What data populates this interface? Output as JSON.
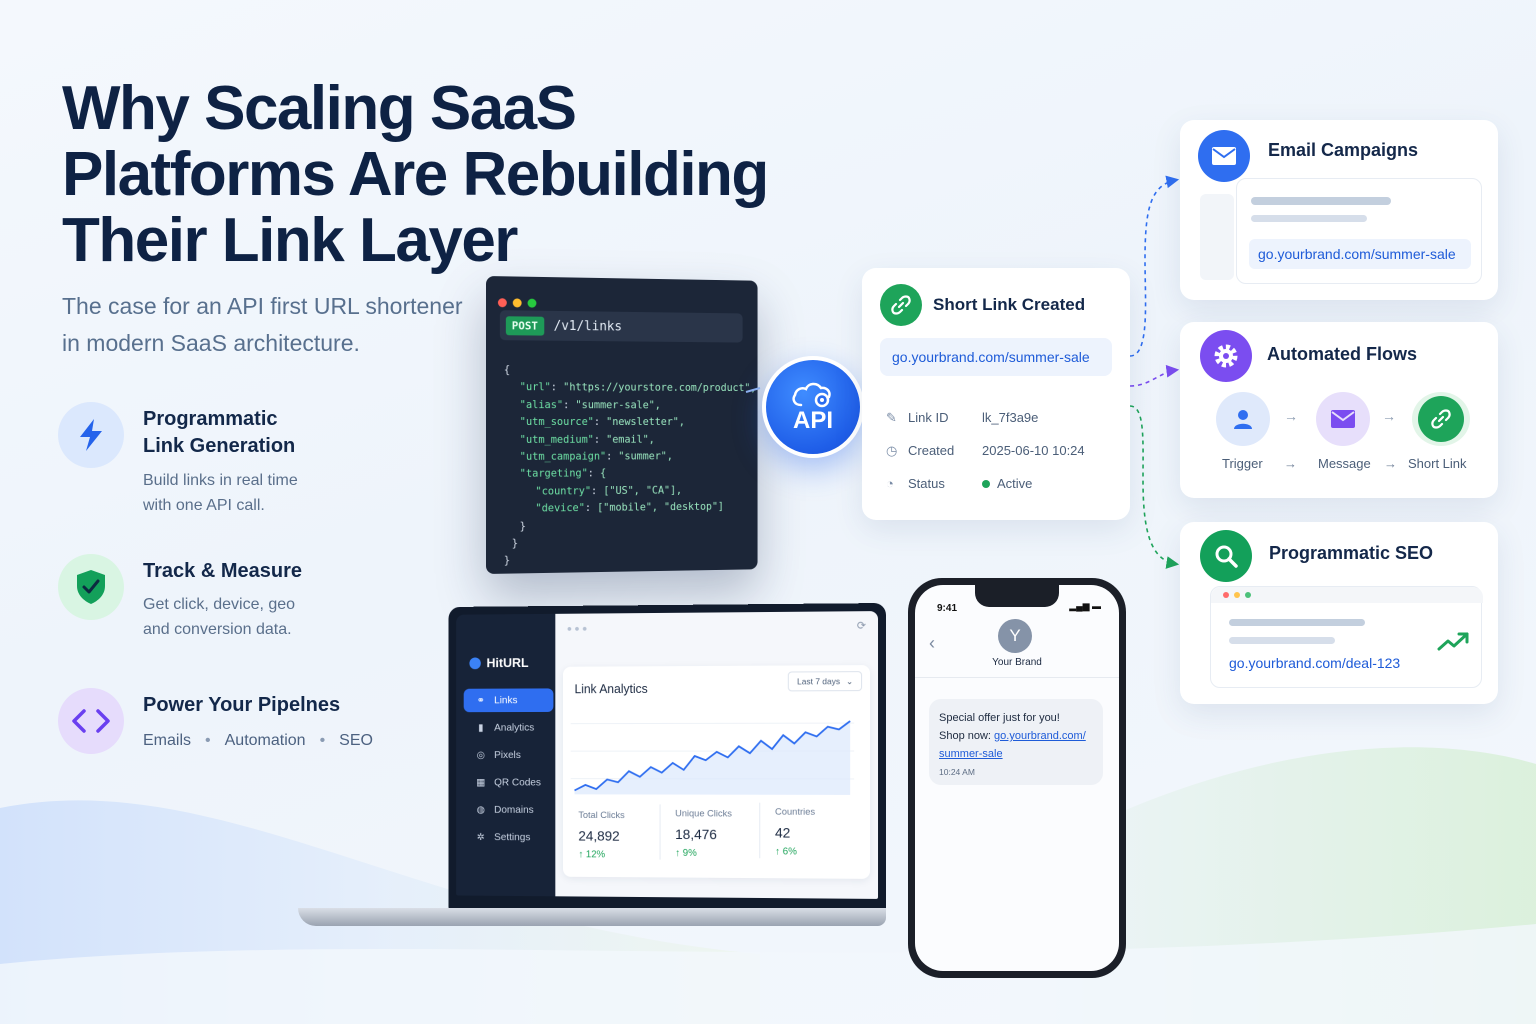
{
  "headline": {
    "line1": "Why Scaling SaaS",
    "line2": "Platforms Are Rebuilding",
    "line3": "Their Link Layer",
    "subtitle_line1": "The case for an API first URL shortener",
    "subtitle_line2": "in modern SaaS architecture."
  },
  "features": [
    {
      "title_line1": "Programmatic",
      "title_line2": "Link Generation",
      "desc_line1": "Build links in real time",
      "desc_line2": "with one API call.",
      "icon": "lightning-icon"
    },
    {
      "title_line1": "Track & Measure",
      "desc_line1": "Get click, device, geo",
      "desc_line2": "and conversion data.",
      "icon": "shield-check-icon"
    },
    {
      "title_line1": "Power Your Pipelnes",
      "pipes": [
        "Emails",
        "Automation",
        "SEO"
      ],
      "icon": "code-icon"
    }
  ],
  "code": {
    "method": "POST",
    "path": "/v1/links",
    "lines": [
      {
        "t": "{"
      },
      {
        "k": "\"url\"",
        "v": "\"https://yourstore.com/product\","
      },
      {
        "k": "\"alias\"",
        "v": "\"summer-sale\","
      },
      {
        "k": "\"utm_source\"",
        "v": "\"newsletter\","
      },
      {
        "k": "\"utm_medium\"",
        "v": "\"email\","
      },
      {
        "k": "\"utm_campaign\"",
        "v": "\"summer\","
      },
      {
        "k": "\"targeting\"",
        "v": "{"
      },
      {
        "k": "\"country\"",
        "v": "[\"US\", \"CA\"],"
      },
      {
        "k": "\"device\"",
        "v": "[\"mobile\", \"desktop\"]"
      },
      {
        "t": "}"
      },
      {
        "t": "}"
      },
      {
        "t": "}"
      }
    ]
  },
  "api": {
    "label": "API"
  },
  "short_link_card": {
    "title": "Short Link Created",
    "url": "go.yourbrand.com/summer-sale",
    "rows": [
      {
        "label": "Link ID",
        "value": "lk_7f3a9e"
      },
      {
        "label": "Created",
        "value": "2025-06-10 10:24"
      },
      {
        "label": "Status",
        "value": "Active"
      }
    ]
  },
  "email_card": {
    "title": "Email Campaigns",
    "url": "go.yourbrand.com/summer-sale"
  },
  "flows_card": {
    "title": "Automated Flows",
    "steps": [
      "Trigger",
      "Message",
      "Short Link"
    ],
    "arrow": "→"
  },
  "seo_card": {
    "title": "Programmatic SEO",
    "url": "go.yourbrand.com/deal-123"
  },
  "dashboard": {
    "brand": "HitURL",
    "nav": [
      "Links",
      "Analytics",
      "Pixels",
      "QR Codes",
      "Domains",
      "Settings"
    ],
    "panel_title": "Link Analytics",
    "range": "Last 7 days",
    "stats": [
      {
        "label": "Total Clicks",
        "value": "24,892",
        "change": "↑ 12%"
      },
      {
        "label": "Unique Clicks",
        "value": "18,476",
        "change": "↑ 9%"
      },
      {
        "label": "Countries",
        "value": "42",
        "change": "↑ 6%"
      }
    ],
    "chart_values": [
      30,
      34,
      31,
      38,
      36,
      44,
      40,
      47,
      43,
      50,
      45,
      55,
      52,
      58,
      54,
      62,
      57,
      66,
      60,
      70,
      64,
      72,
      69,
      76,
      74,
      80
    ]
  },
  "phone": {
    "time": "9:41",
    "avatar": "Y",
    "contact": "Your Brand",
    "msg_line1": "Special offer just for you!",
    "msg_prefix": "Shop now: ",
    "msg_link1": "go.yourbrand.com/",
    "msg_link2": "summer-sale",
    "msg_time": "10:24 AM"
  },
  "colors": {
    "navy": "#0e2244",
    "blue": "#1f5ee8",
    "green": "#1ea45a",
    "purple": "#7b4df0"
  }
}
